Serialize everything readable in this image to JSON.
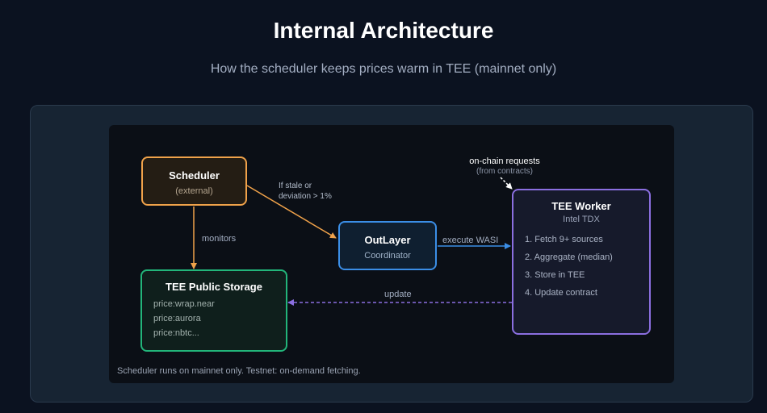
{
  "header": {
    "title": "Internal Architecture",
    "subtitle": "How the scheduler keeps prices warm in TEE (mainnet only)"
  },
  "nodes": {
    "scheduler": {
      "title": "Scheduler",
      "subtitle": "(external)"
    },
    "outlayer": {
      "title": "OutLayer",
      "subtitle": "Coordinator"
    },
    "worker": {
      "title": "TEE Worker",
      "subtitle": "Intel TDX",
      "steps": [
        "1. Fetch 9+ sources",
        "2. Aggregate (median)",
        "3. Store in TEE",
        "4. Update contract"
      ]
    },
    "storage": {
      "title": "TEE Public Storage",
      "entries": [
        "price:wrap.near",
        "price:aurora",
        "price:nbtc..."
      ]
    }
  },
  "edges": {
    "requests_title": "on-chain requests",
    "requests_sub": "(from contracts)",
    "stale_line1": "If stale or",
    "stale_line2": "deviation > 1%",
    "monitors": "monitors",
    "execute": "execute WASI",
    "update": "update"
  },
  "footnote": "Scheduler runs on mainnet only. Testnet: on-demand fetching.",
  "colors": {
    "scheduler": "#f0a24a",
    "outlayer": "#3b8ee6",
    "worker": "#8b6fe0",
    "storage": "#22b57a"
  }
}
